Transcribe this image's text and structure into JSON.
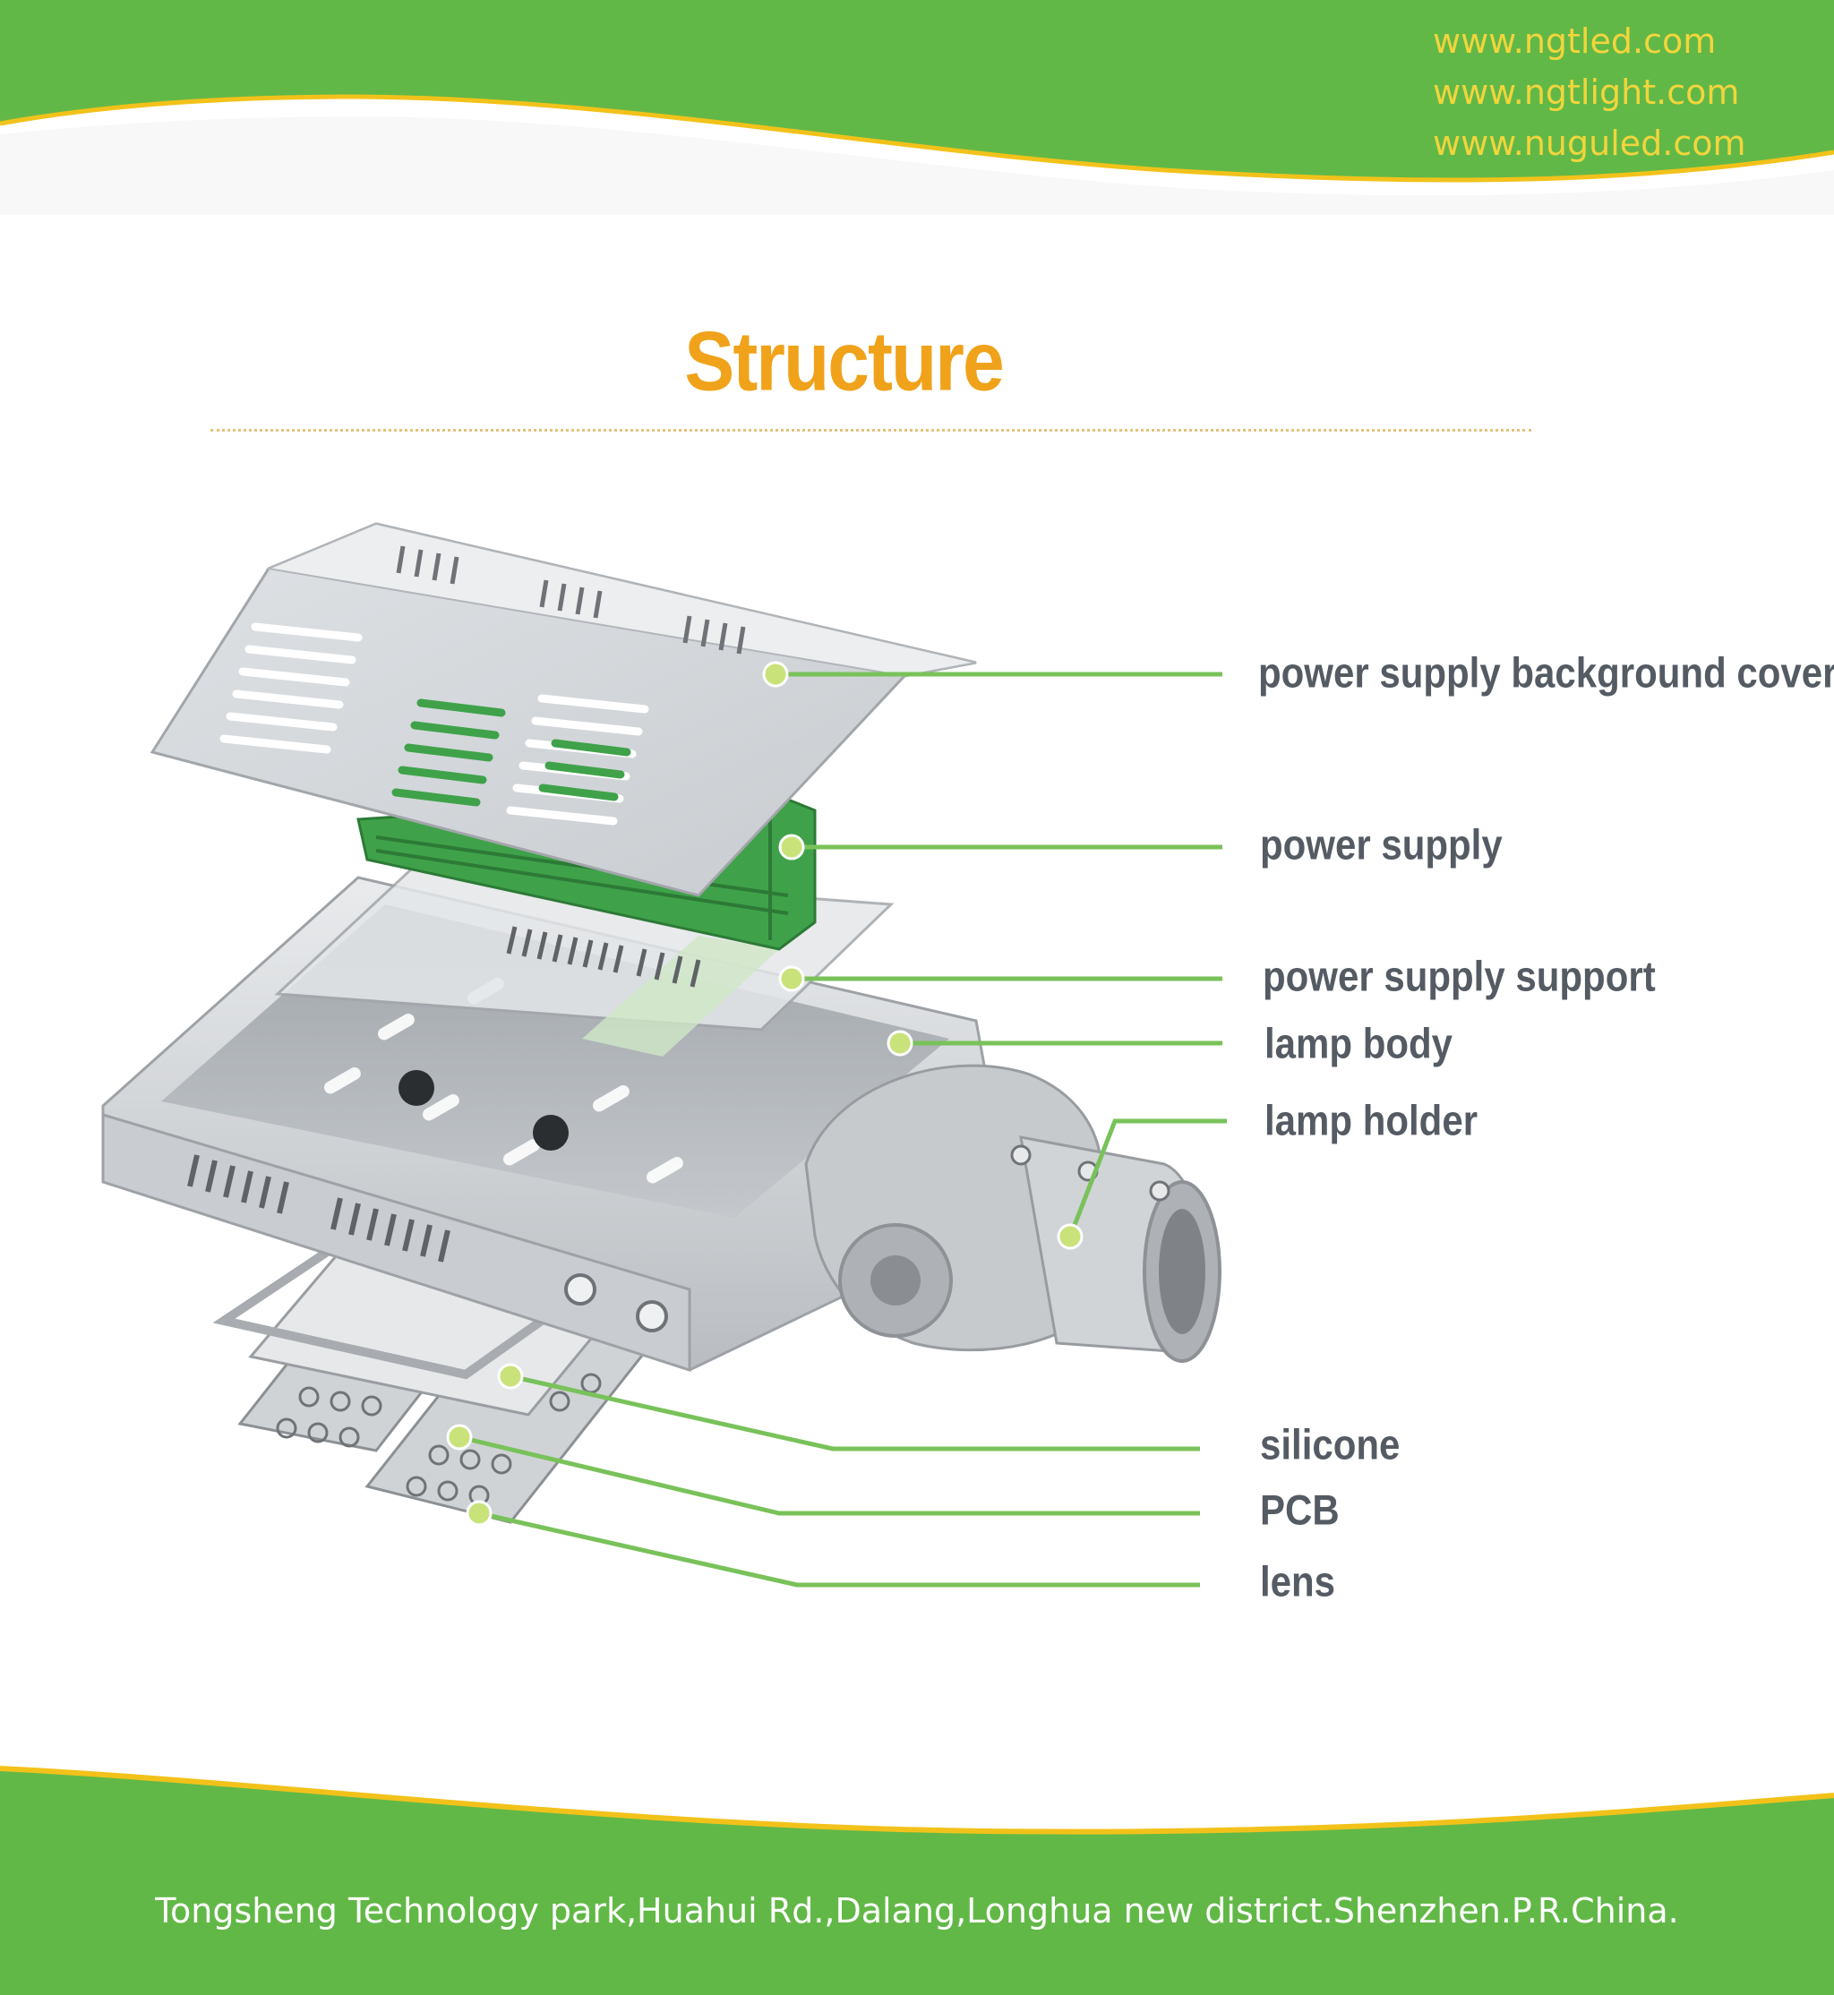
{
  "header": {
    "websites": [
      "www.ngtled.com",
      "www.ngtlight.com",
      "www.nuguled.com"
    ]
  },
  "title": "Structure",
  "components": [
    "power supply background cover",
    "power supply",
    "power supply support",
    "lamp body",
    "lamp holder",
    "silicone",
    "PCB",
    "lens"
  ],
  "footer": {
    "address": "Tongsheng Technology park,Huahui Rd.,Dalang,Longhua new district.Shenzhen.P.R.China."
  },
  "colors": {
    "brand_green": "#62b847",
    "accent_yellow": "#f2c21a",
    "title_orange": "#f0a21a",
    "label_gray": "#555b63",
    "leader_green": "#79c25a",
    "leader_dot": "#c9e27a"
  }
}
